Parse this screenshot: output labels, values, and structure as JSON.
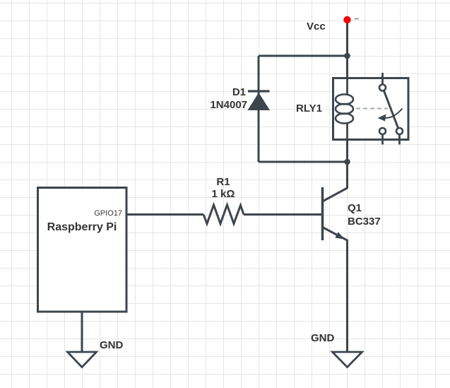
{
  "diagram": {
    "type": "circuit-schematic",
    "net_labels": {
      "vcc": "Vcc",
      "gnd_left": "GND",
      "gnd_right": "GND"
    },
    "components": {
      "diode": {
        "ref": "D1",
        "part": "1N4007"
      },
      "relay": {
        "ref": "RLY1"
      },
      "resistor": {
        "ref": "R1",
        "value": "1 kΩ"
      },
      "transistor": {
        "ref": "Q1",
        "part": "BC337"
      },
      "controller": {
        "name": "Raspberry Pi",
        "pin": "GPIO17"
      }
    },
    "colors": {
      "wire": "#3D454D",
      "label": "#333333",
      "vcc_dot": "#FF0000",
      "grid": "#E6E6E6",
      "canvas": "#FFFFFF",
      "relay_dash": "#B0B4B8"
    }
  }
}
